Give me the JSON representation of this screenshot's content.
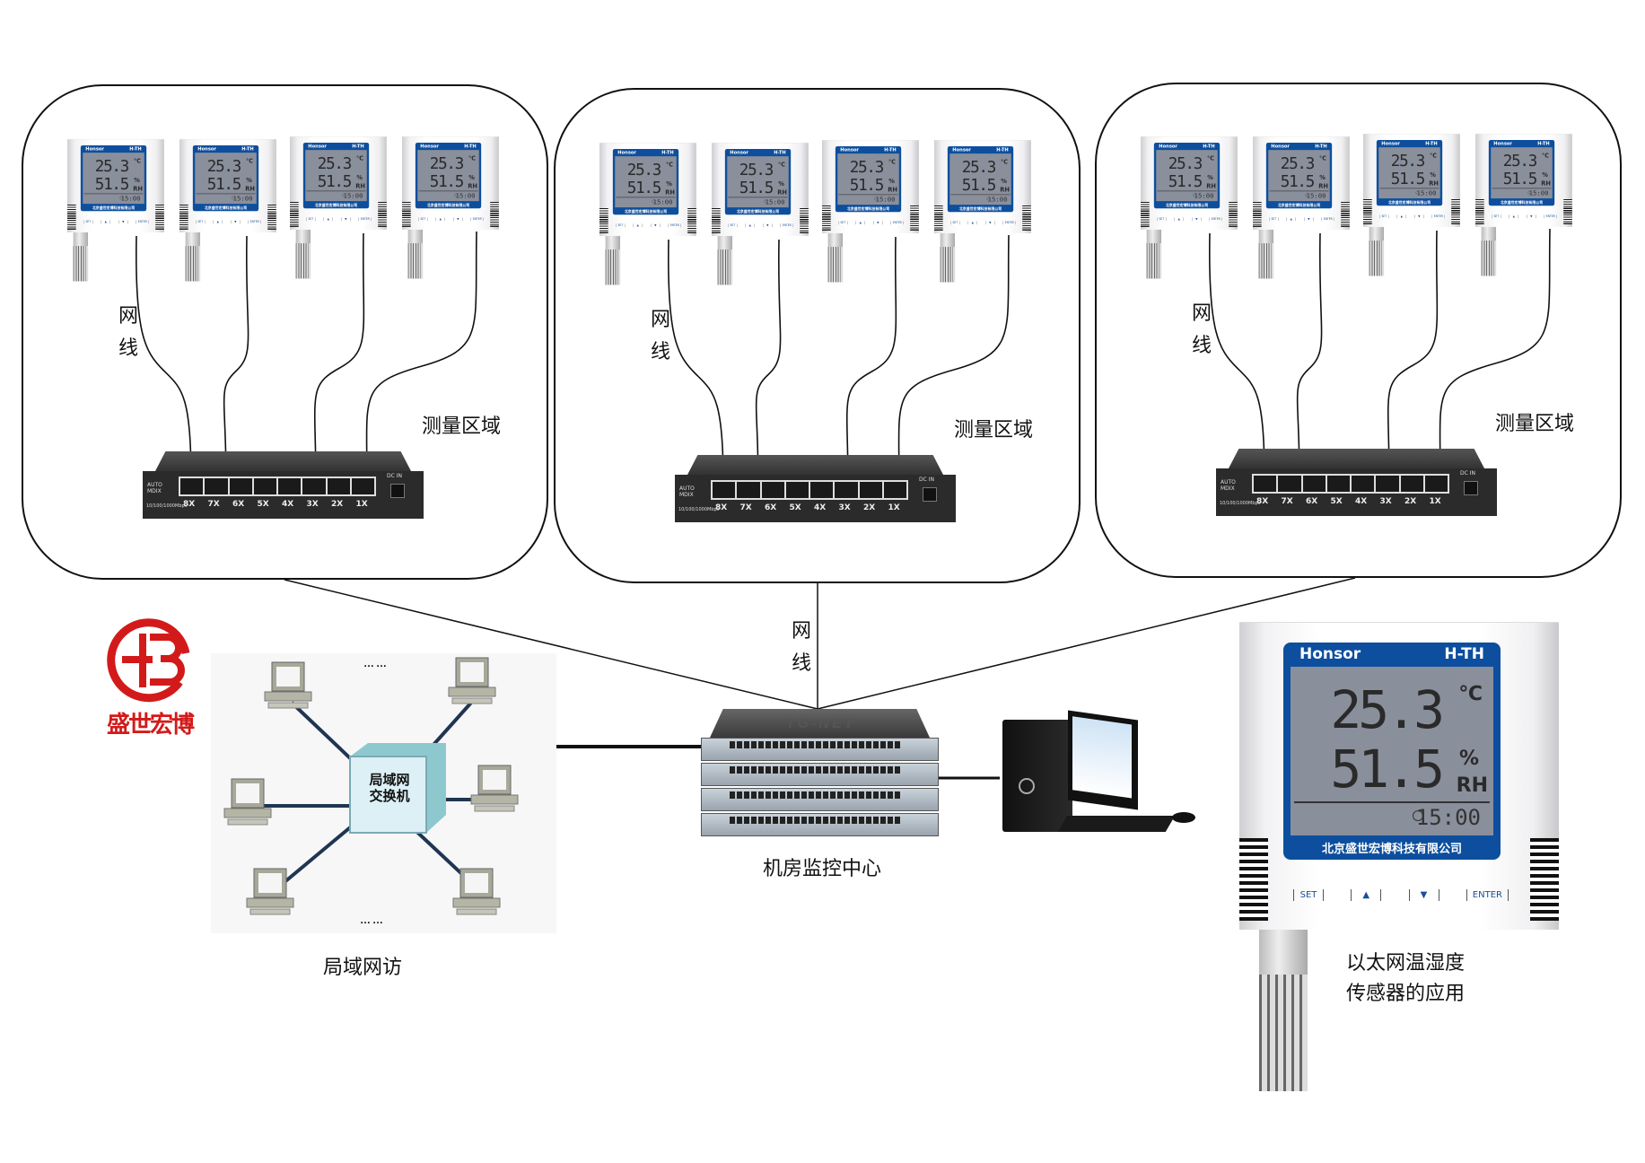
{
  "zones": [
    {
      "label": "测量区域",
      "cable_label": [
        "网",
        "线"
      ]
    },
    {
      "label": "测量区域",
      "cable_label": [
        "网",
        "线"
      ]
    },
    {
      "label": "测量区域",
      "cable_label": [
        "网",
        "线"
      ]
    }
  ],
  "sensor": {
    "brand": "Honsor",
    "model": "H-TH",
    "temperature": "25.3",
    "temperature_unit": "℃",
    "humidity": "51.5",
    "humidity_unit_1": "%",
    "humidity_unit_2": "RH",
    "time": "15:00",
    "company": "北京盛世宏博科技有限公司",
    "buttons": [
      "SET",
      "▲",
      "▼",
      "ENTER"
    ]
  },
  "poe_switch": {
    "ports": [
      "8X",
      "7X",
      "6X",
      "5X",
      "4X",
      "3X",
      "2X",
      "1X"
    ],
    "auto_label": "AUTO MDIX",
    "speed_label": "10/100/1000Mbps",
    "dc_label": "DC IN"
  },
  "trunk_cable_label": [
    "网",
    "线"
  ],
  "monitoring_center": {
    "label": "机房监控中心",
    "brand": "TG-NET"
  },
  "lan": {
    "caption": "局域网访",
    "switch_label": [
      "局域网",
      "交换机"
    ],
    "ellipsis": "……"
  },
  "logo": {
    "text": "盛世宏博",
    "color": "#d31a1a"
  },
  "application_caption": [
    "以太网温湿度",
    "传感器的应用"
  ],
  "colors": {
    "screen_blue": "#0d4f9e",
    "lcd_gray": "#8a8f9c",
    "lan_line": "#1f3552"
  }
}
